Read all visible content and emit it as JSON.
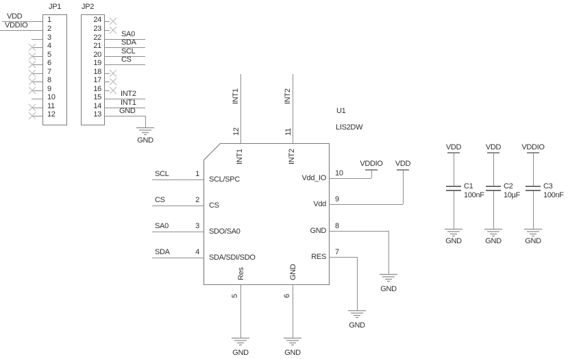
{
  "nets": {
    "vdd": "VDD",
    "vddio": "VDDIO",
    "gnd": "GND",
    "scl": "SCL",
    "sda": "SDA",
    "sa0": "SA0",
    "cs": "CS",
    "int1": "INT1",
    "int2": "INT2"
  },
  "jp1": {
    "ref": "JP1",
    "pins": [
      "1",
      "2",
      "3",
      "4",
      "5",
      "6",
      "7",
      "8",
      "9",
      "10",
      "11",
      "12"
    ]
  },
  "jp2": {
    "ref": "JP2",
    "pins": [
      "24",
      "23",
      "22",
      "21",
      "20",
      "19",
      "18",
      "17",
      "16",
      "15",
      "14",
      "13"
    ]
  },
  "u1": {
    "ref": "U1",
    "part": "LIS2DW",
    "pins": {
      "p1": {
        "num": "1",
        "name": "SCL/SPC"
      },
      "p2": {
        "num": "2",
        "name": "CS"
      },
      "p3": {
        "num": "3",
        "name": "SDO/SA0"
      },
      "p4": {
        "num": "4",
        "name": "SDA/SDI/SDO"
      },
      "p5": {
        "num": "5",
        "name": "Res"
      },
      "p6": {
        "num": "6",
        "name": "GND"
      },
      "p7": {
        "num": "7",
        "name": "RES"
      },
      "p8": {
        "num": "8",
        "name": "GND"
      },
      "p9": {
        "num": "9",
        "name": "Vdd"
      },
      "p10": {
        "num": "10",
        "name": "Vdd_IO"
      },
      "p11": {
        "num": "11",
        "name": "INT2"
      },
      "p12": {
        "num": "12",
        "name": "INT1"
      }
    }
  },
  "caps": [
    {
      "ref": "C1",
      "value": "100nF",
      "top": "VDD",
      "bottom": "GND"
    },
    {
      "ref": "C2",
      "value": "10µF",
      "top": "VDD",
      "bottom": "GND"
    },
    {
      "ref": "C3",
      "value": "100nF",
      "top": "VDDIO",
      "bottom": "GND"
    }
  ],
  "colors": {
    "background": "#ffffff",
    "wire": "#8c8c8c",
    "text": "#2f2f2f",
    "no_connect": "#bcbcbc"
  }
}
